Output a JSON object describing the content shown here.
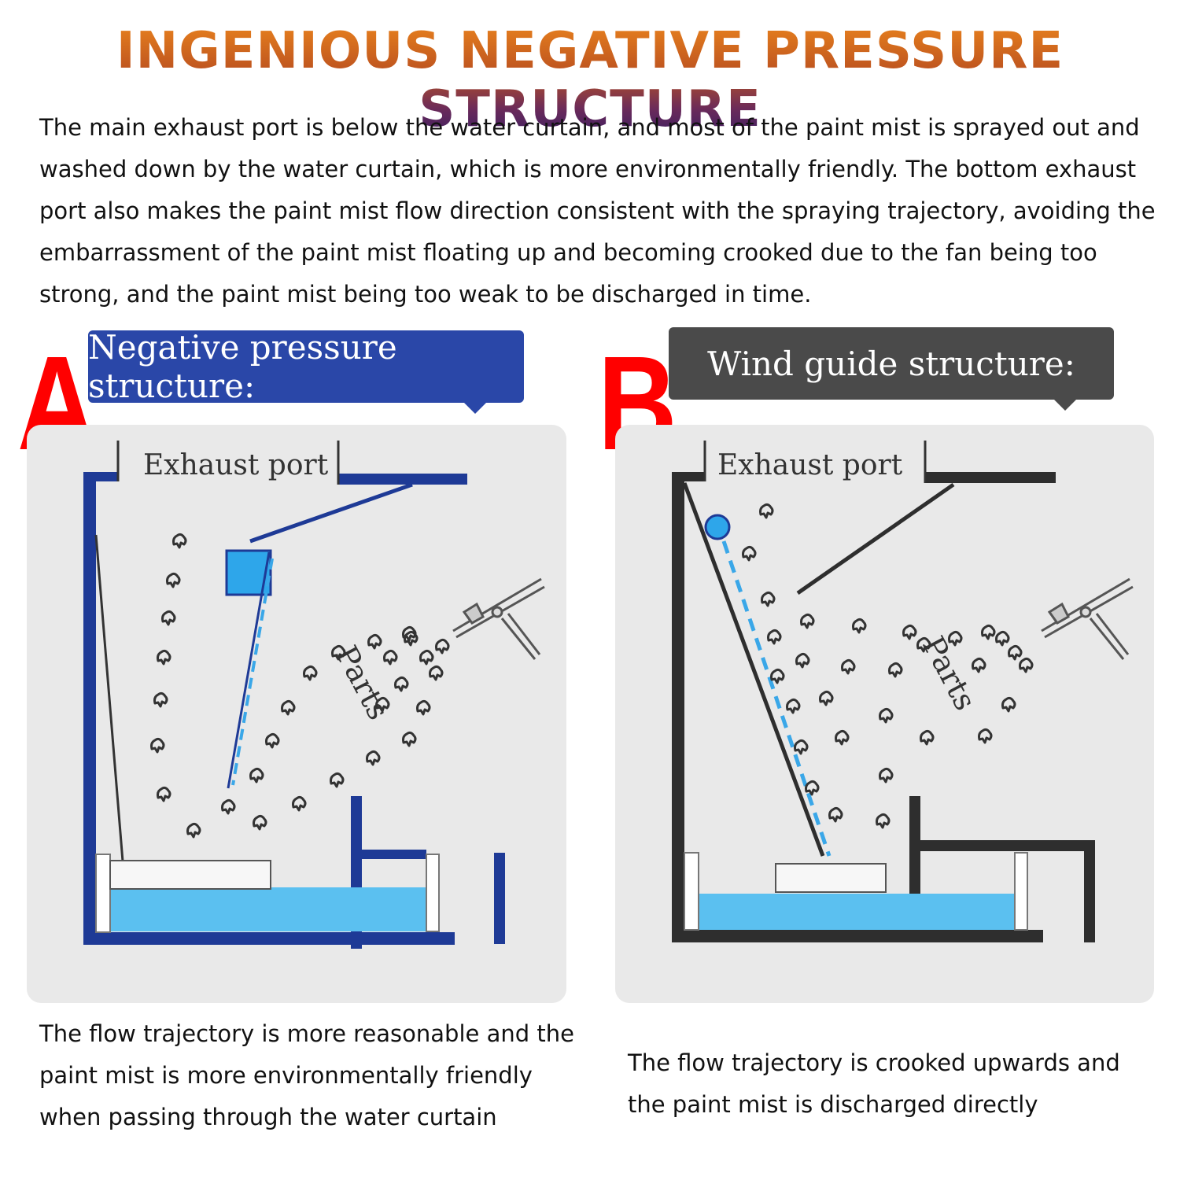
{
  "title": "INGENIOUS NEGATIVE PRESSURE STRUCTURE",
  "intro": "The main exhaust port is below the water curtain, and most of the paint mist is sprayed out and washed down by the water curtain, which is more environmentally friendly. The bottom exhaust port also makes the paint mist flow direction consistent with the spraying trajectory, avoiding the embarrassment of the paint mist floating up and becoming crooked due to the fan being too strong, and the paint mist being too weak to be discharged in time.",
  "panel_a": {
    "letter": "A",
    "heading": "Negative pressure structure:",
    "exhaust_label": "Exhaust port",
    "parts_label": "Parts",
    "caption": "The flow trajectory is more reasonable and the paint mist is more environmentally friendly when passing through the water curtain",
    "frame_color": "#1e3a96"
  },
  "panel_b": {
    "letter": "B",
    "heading": "Wind guide structure:",
    "exhaust_label": "Exhaust port",
    "parts_label": "Parts",
    "caption": "The flow trajectory is crooked upwards and the paint mist is discharged directly",
    "frame_color": "#2e2e2e"
  },
  "colors": {
    "water": "#5bc0f0",
    "curtain": "#3aa7e8",
    "accent_red": "#ff0000"
  }
}
